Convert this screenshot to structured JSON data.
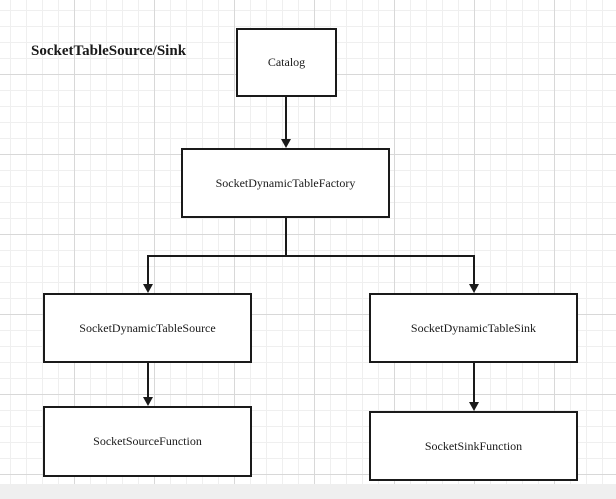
{
  "diagram": {
    "title": "SocketTableSource/Sink",
    "nodes": {
      "catalog": "Catalog",
      "factory": "SocketDynamicTableFactory",
      "source": "SocketDynamicTableSource",
      "sink": "SocketDynamicTableSink",
      "source_function": "SocketSourceFunction",
      "sink_function": "SocketSinkFunction"
    },
    "edges": [
      {
        "from": "catalog",
        "to": "factory"
      },
      {
        "from": "factory",
        "to": "source"
      },
      {
        "from": "factory",
        "to": "sink"
      },
      {
        "from": "source",
        "to": "source_function"
      },
      {
        "from": "sink",
        "to": "sink_function"
      }
    ]
  }
}
